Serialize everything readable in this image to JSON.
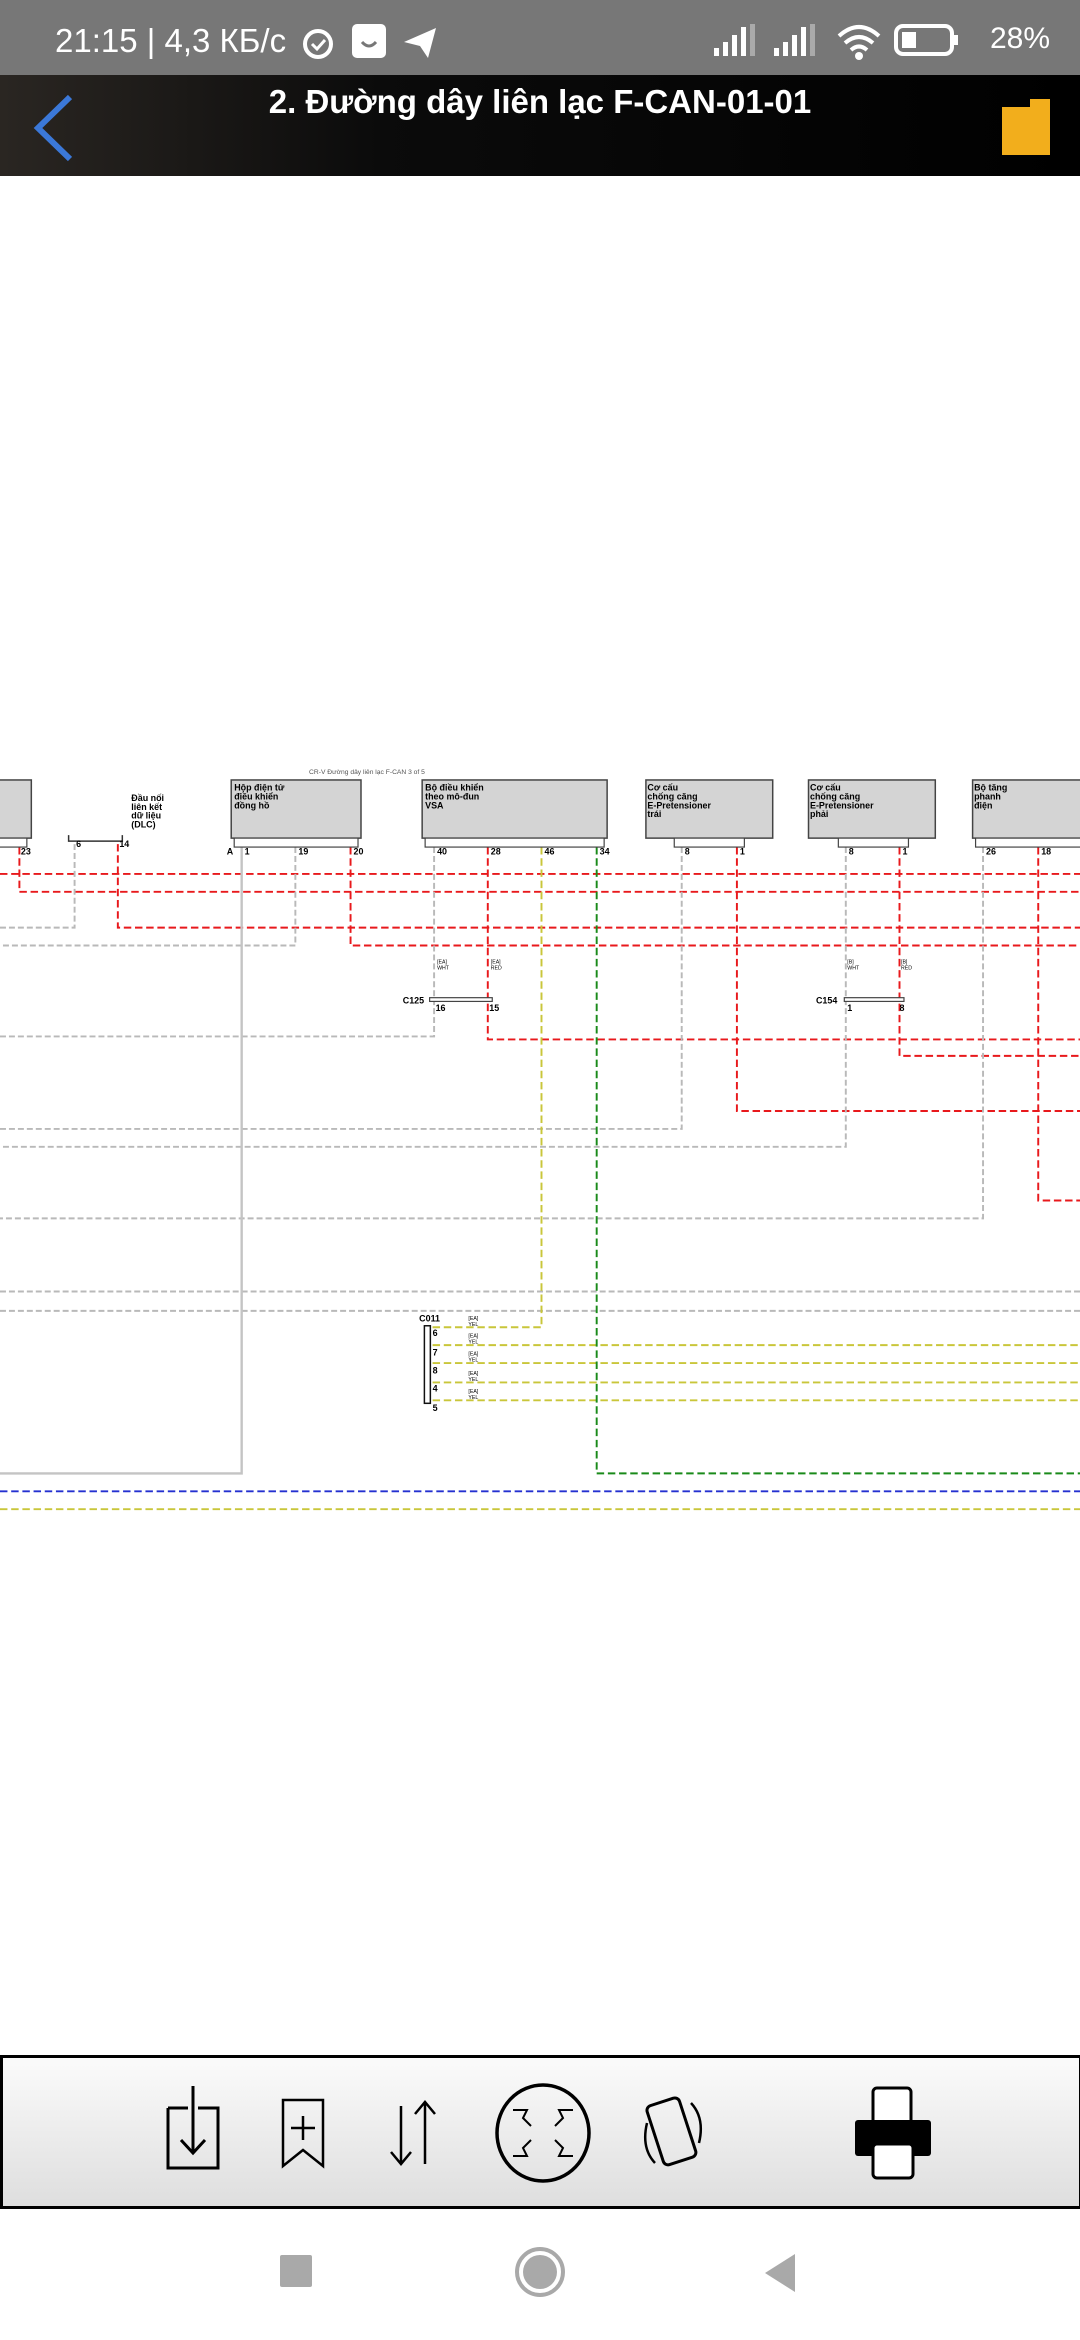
{
  "status_bar": {
    "time": "21:15 | 4,3 КБ/с",
    "battery": "28%",
    "icons": [
      "alarm-icon",
      "face-app-icon",
      "telegram-icon",
      "signal-icon",
      "signal-icon",
      "wifi-icon",
      "battery-icon"
    ]
  },
  "header": {
    "title": "2. Đường dây liên lạc F-CAN-01-01",
    "back_icon": "chevron-left-icon",
    "folder_icon": "folder-icon",
    "accent": "#f2ae1c"
  },
  "diagram": {
    "page_title": "CR-V Đường dây liên lạc F-CAN 3 of 5",
    "dlc_label": [
      "Đầu nối",
      "liên kết",
      "dữ liệu",
      "(DLC)"
    ],
    "components": [
      {
        "name": [
          "Hộp điện tử",
          "điều khiển",
          "đồng hồ"
        ],
        "pins": [
          "A",
          "1",
          "19",
          "20"
        ]
      },
      {
        "name": [
          "Bộ điều khiển",
          "theo mô-đun",
          "VSA"
        ],
        "pins": [
          "40",
          "28",
          "46",
          "34"
        ]
      },
      {
        "name": [
          "Cơ cấu",
          "chống căng",
          "E-Pretensioner",
          "trái"
        ],
        "pins": [
          "8",
          "1"
        ]
      },
      {
        "name": [
          "Cơ cấu",
          "chống căng",
          "E-Pretensioner",
          "phải"
        ],
        "pins": [
          "8",
          "1"
        ]
      },
      {
        "name": [
          "Bộ tăng",
          "phanh",
          "điện"
        ],
        "pins": [
          "26",
          "18"
        ]
      }
    ],
    "left_pin": "23",
    "dlc_pins": [
      "6",
      "14"
    ],
    "connectors": {
      "c125": {
        "label": "C125",
        "pins": [
          "16",
          "15"
        ],
        "wires": [
          [
            "[EA]",
            "WHT"
          ],
          [
            "[EA]",
            "RED"
          ]
        ]
      },
      "c154": {
        "label": "C154",
        "pins": [
          "1",
          "8"
        ],
        "wires": [
          [
            "[B]",
            "WHT"
          ],
          [
            "[B]",
            "RED"
          ]
        ]
      },
      "c011": {
        "label": "C011",
        "pins": [
          "6",
          "7",
          "8",
          "4",
          "5"
        ],
        "wire": [
          "[EA]",
          "YEL"
        ]
      }
    },
    "wire_colors": {
      "red": "#e8191c",
      "gray": "#b9b9b9",
      "yellow": "#c9c63a",
      "green": "#1a8a1a",
      "blue": "#2430d0"
    }
  },
  "toolbar": {
    "buttons": [
      "download-icon",
      "bookmark-add-icon",
      "sort-icon",
      "fit-screen-icon",
      "rotate-icon",
      "print-icon"
    ]
  },
  "nav_bar": {
    "buttons": [
      "recents-button",
      "home-button",
      "back-button"
    ]
  }
}
